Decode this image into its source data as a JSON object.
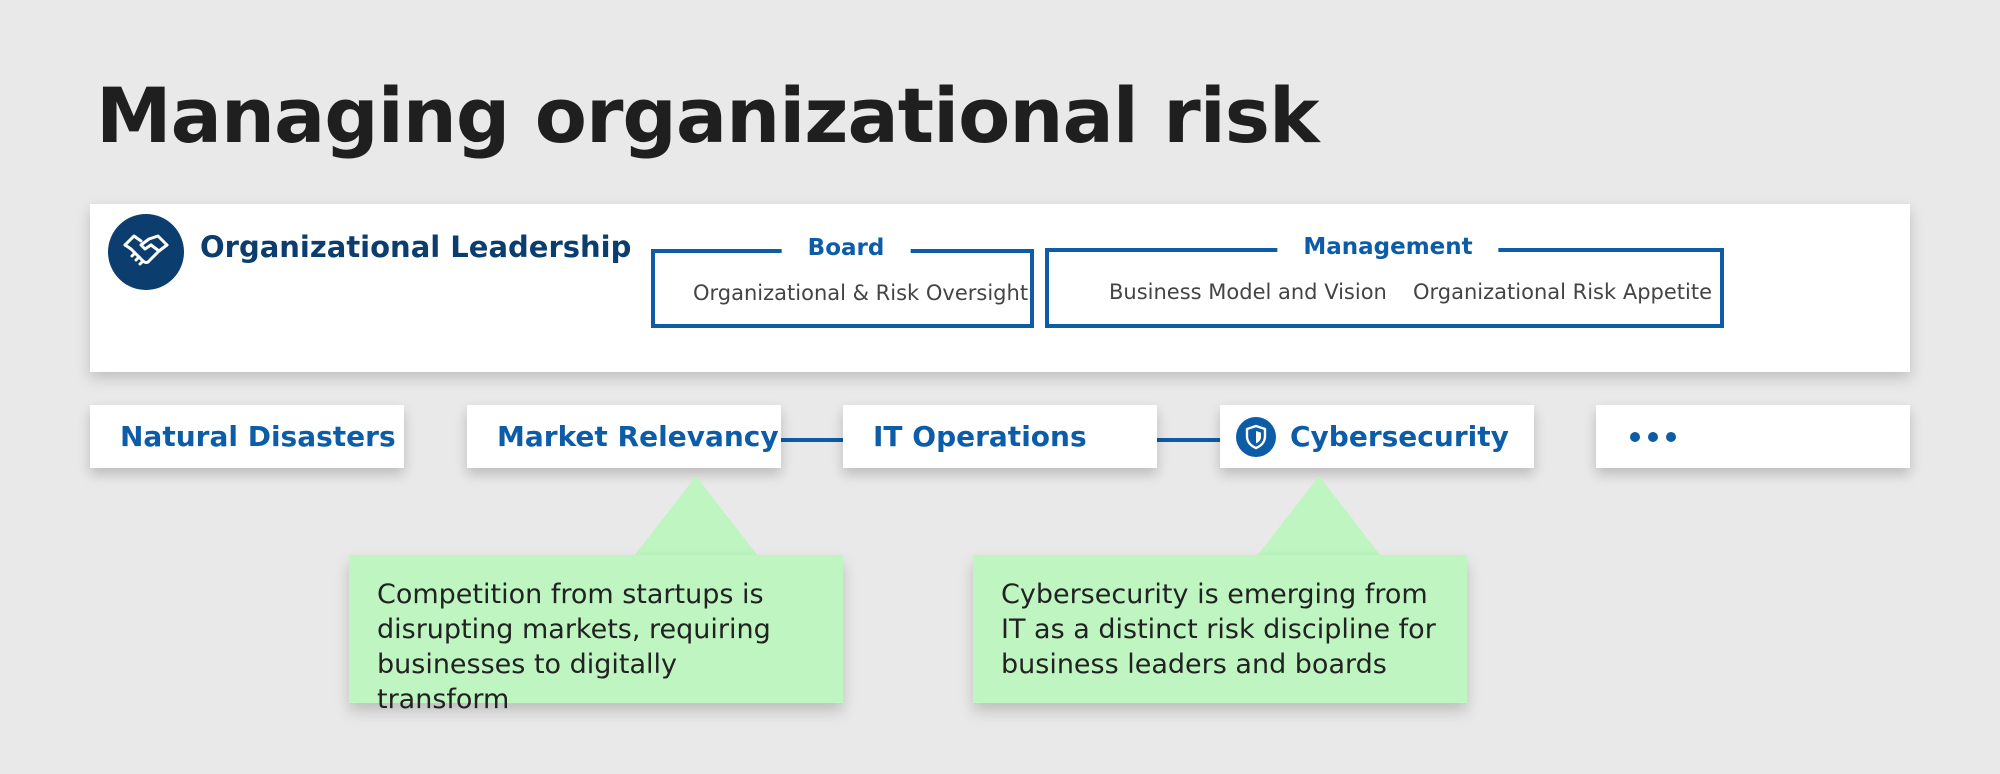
{
  "title": "Managing organizational risk",
  "leadership": {
    "title": "Organizational Leadership",
    "icon": "handshake-icon",
    "board": {
      "label": "Board",
      "items": [
        "Organizational & Risk Oversight"
      ]
    },
    "management": {
      "label": "Management",
      "items": [
        "Business Model and Vision",
        "Organizational Risk Appetite"
      ]
    }
  },
  "risks": [
    {
      "label": "Natural Disasters"
    },
    {
      "label": "Market Relevancy"
    },
    {
      "label": "IT Operations"
    },
    {
      "label": "Cybersecurity",
      "icon": "shield-icon"
    },
    {
      "label": "",
      "icon": "ellipsis-icon"
    }
  ],
  "callouts": [
    {
      "text": "Competition from startups is disrupting markets, requiring businesses to digitally transform"
    },
    {
      "text": "Cybersecurity is emerging from IT as a distinct risk discipline for business leaders and boards"
    }
  ],
  "colors": {
    "accent": "#0d5ca7",
    "dark_accent": "#0b3d6e",
    "callout_bg": "#bff5c1",
    "background": "#e9e9e9"
  }
}
